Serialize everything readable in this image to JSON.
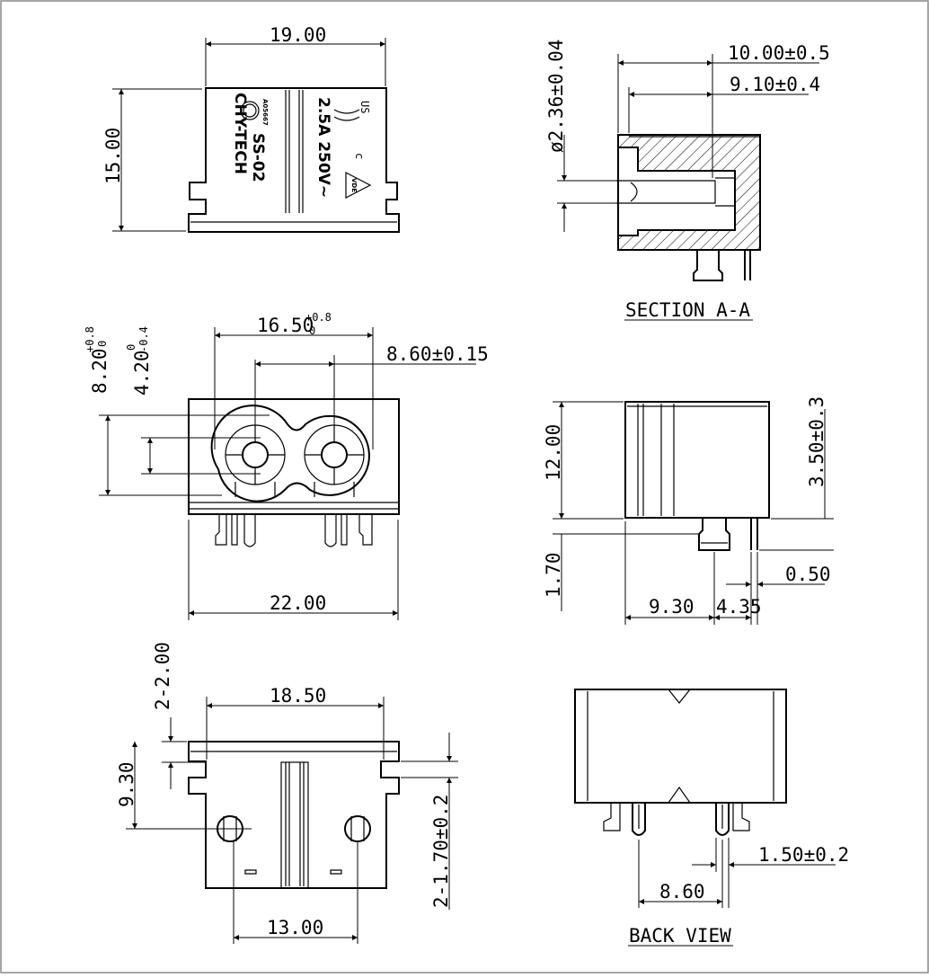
{
  "dims": {
    "top_width": "19.00",
    "top_height": "15.00",
    "section_len1": "10.00±0.5",
    "section_len2": "9.10±0.4",
    "section_dia": "ø2.36±0.04",
    "front_width_main": "16.50",
    "front_width_tol_upper": "+0.8",
    "front_width_tol_lower": "0",
    "front_pin_pitch": "8.60±0.15",
    "front_h_main": "8.20",
    "front_h_tol_upper": "+0.8",
    "front_h_tol_lower": "0",
    "front_c_main": "4.20",
    "front_c_tol_upper": "0",
    "front_c_tol_lower": "-0.4",
    "front_total": "22.00",
    "side_height": "12.00",
    "side_pin_offset": "3.50±0.3",
    "side_pin_len": "1.70",
    "side_pin_thk": "0.50",
    "side_len_a": "9.30",
    "side_len_b": "4.35",
    "bottom_width": "18.50",
    "bottom_notch": "2-2.00",
    "bottom_height": "9.30",
    "bottom_hole": "2-1.70±0.2",
    "bottom_pitch": "13.00",
    "back_pin_w": "1.50±0.2",
    "back_pitch": "8.60"
  },
  "marking": {
    "brand": "CHY-TECH",
    "model": "SS-02",
    "rating": "2.5A 250V~",
    "cert_code": "A05667",
    "vde": "VDE",
    "c_mark": "c",
    "us_mark": "US"
  },
  "captions": {
    "section": "SECTION A-A",
    "back": "BACK VIEW"
  }
}
